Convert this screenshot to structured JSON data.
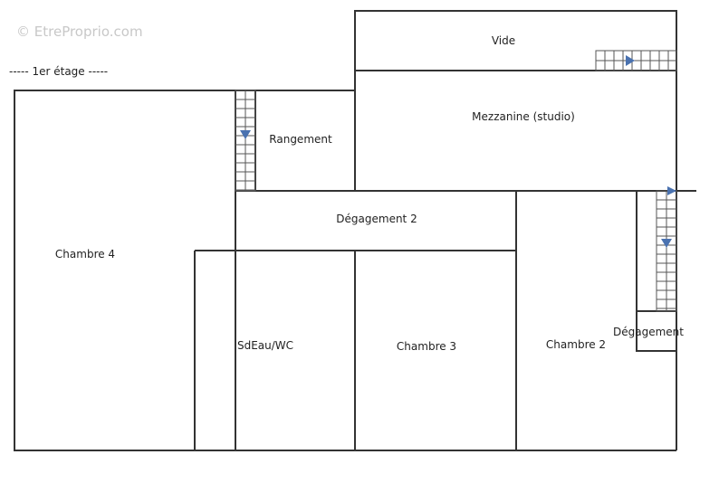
{
  "watermark": "© EtreProprio.com",
  "floor_label": "----- 1er étage -----",
  "rooms": {
    "vide": "Vide",
    "mezzanine": "Mezzanine (studio)",
    "rangement": "Rangement",
    "degagement2": "Dégagement 2",
    "chambre4": "Chambre 4",
    "sdeau": "SdEau/WC",
    "chambre3": "Chambre 3",
    "chambre2": "Chambre 2",
    "degagement": "Dégagement"
  },
  "colors": {
    "wall": "#333333",
    "arrow": "#4a72b0",
    "watermark": "#c8c8c8"
  },
  "icons": [
    "stair-arrow-down-icon",
    "stair-arrow-right-icon"
  ]
}
